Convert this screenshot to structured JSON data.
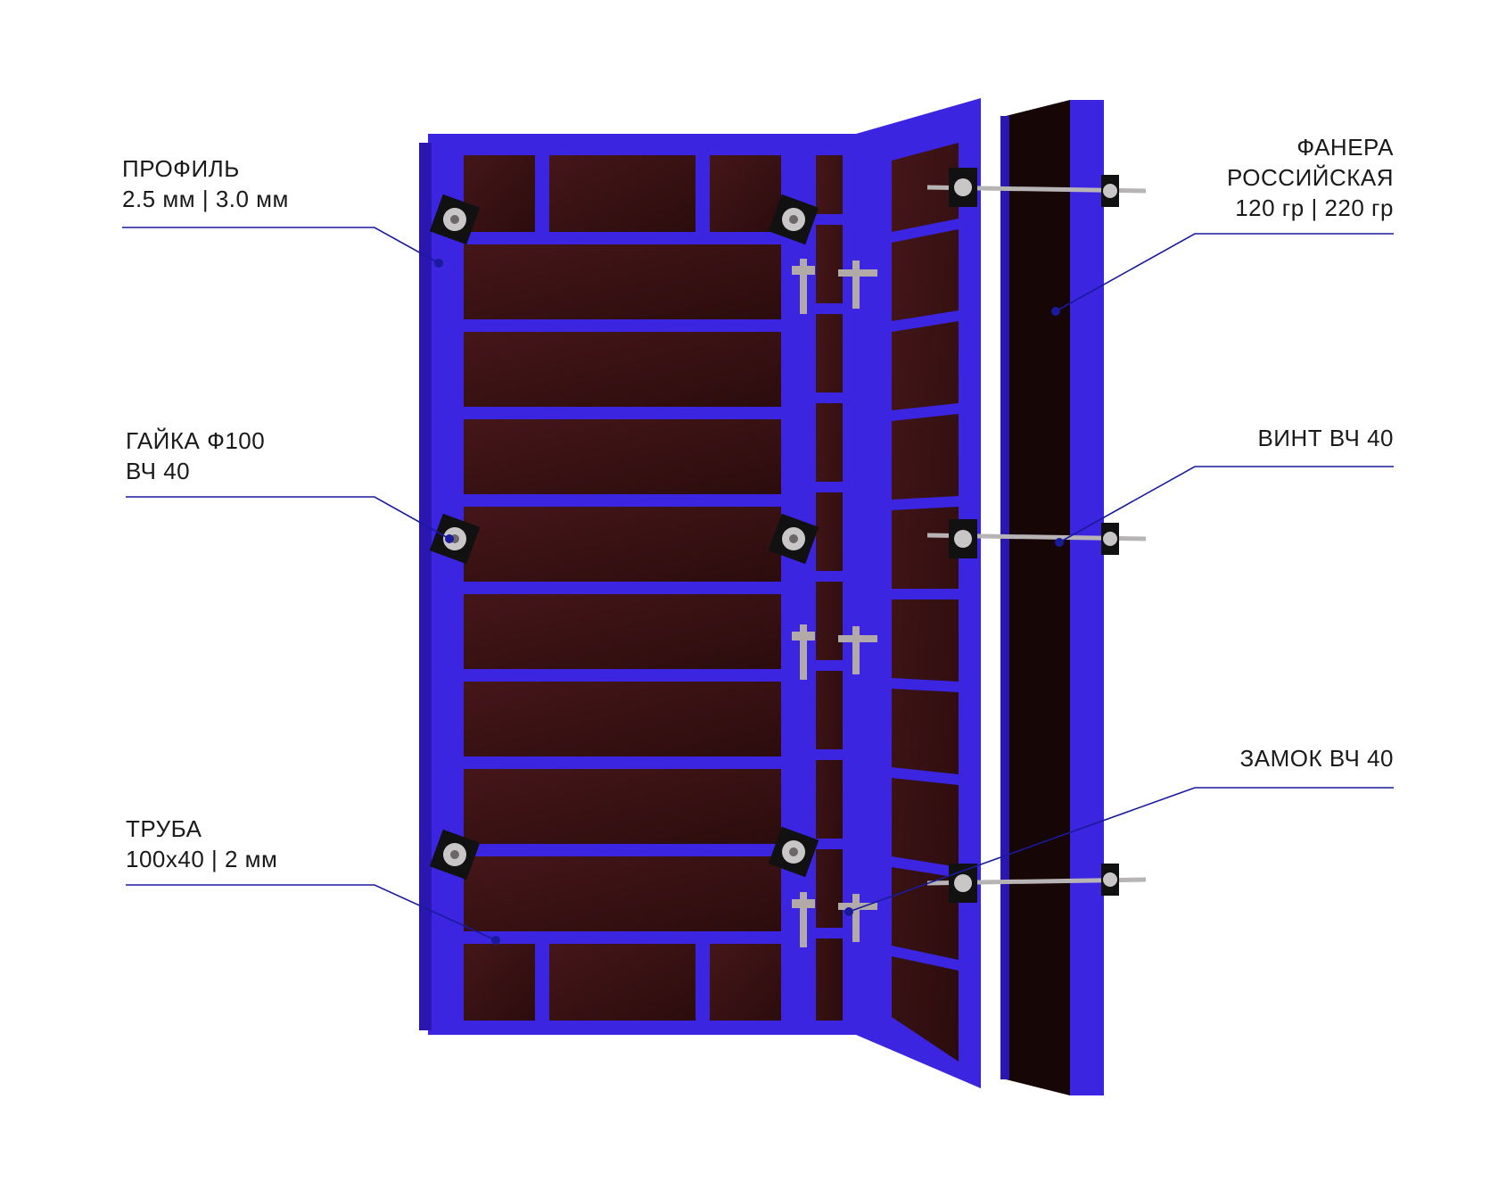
{
  "callouts": {
    "profile": {
      "lines": [
        "ПРОФИЛЬ",
        "2.5 мм | 3.0 мм"
      ]
    },
    "nut": {
      "lines": [
        "ГАЙКА Ф100",
        "ВЧ 40"
      ]
    },
    "pipe": {
      "lines": [
        "ТРУБА",
        "100х40 | 2 мм"
      ]
    },
    "plywood": {
      "lines": [
        "ФАНЕРА",
        "РОССИЙСКАЯ",
        "120 гр | 220 гр"
      ]
    },
    "screw": {
      "lines": [
        "ВИНТ ВЧ 40"
      ]
    },
    "lock": {
      "lines": [
        "ЗАМОК ВЧ 40"
      ]
    }
  },
  "colors": {
    "frame": "#3b25e0",
    "frame_dark": "#2a17b0",
    "plywood": "#3a1210",
    "leader": "#1a1a9c",
    "hardware": "#b8b4b6"
  }
}
